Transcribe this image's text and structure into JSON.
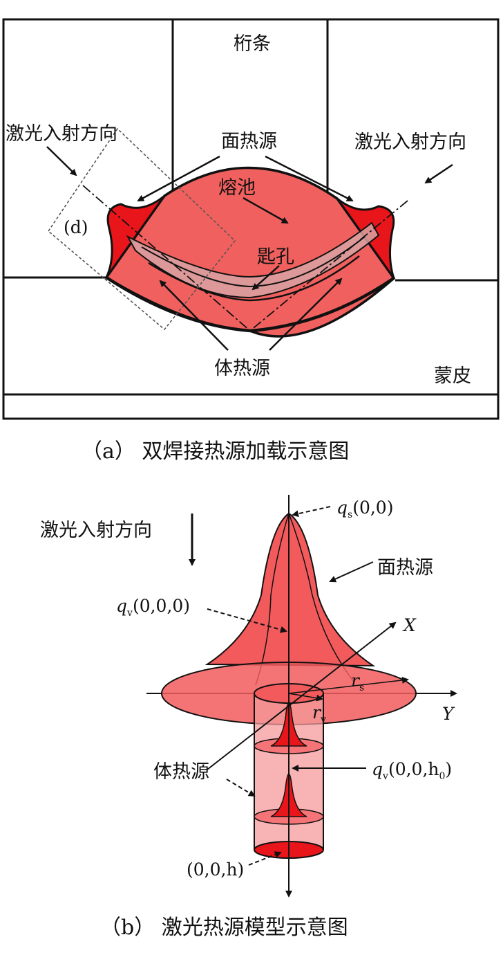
{
  "panel_a": {
    "caption": "（a） 双焊接热源加载示意图",
    "labels": {
      "purlin": "桁条",
      "laser_dir_left": "激光入射方向",
      "laser_dir_right": "激光入射方向",
      "surface_source": "面热源",
      "weld_pool": "熔池",
      "keyhole": "匙孔",
      "detail_d": "(d)",
      "volume_source": "体热源",
      "skin": "蒙皮"
    }
  },
  "panel_b": {
    "caption": "（b） 激光热源模型示意图",
    "labels": {
      "laser_dir": "激光入射方向",
      "surface_source": "面热源",
      "volume_source": "体热源",
      "axis_x": "X",
      "axis_y": "Y",
      "qs_main": "q",
      "qs_sub": "s",
      "qs_arg": "(0,0)",
      "qv_main": "q",
      "qv_sub": "v",
      "qv_arg": "(0,0,0)",
      "qvh_main": "q",
      "qvh_sub": "v",
      "qvh_arg": "(0,0,h",
      "qvh_sub0": "0",
      "qvh_close": ")",
      "rs_main": "r",
      "rs_sub": "s",
      "rv_main": "r",
      "rv_sub": "v",
      "bottom_point": "(0,0,h)"
    }
  },
  "colors": {
    "pool_fill": "#f0605e",
    "bead_fill": "#e8151a",
    "keyhole_fill": "#d9a3a3",
    "source_fill": "#f25a5c",
    "stroke": "#111111"
  }
}
